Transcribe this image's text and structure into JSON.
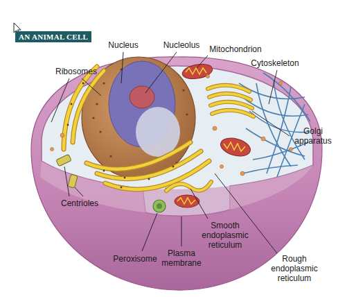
{
  "diagram": {
    "title": "AN ANIMAL CELL",
    "labels": [
      "Nucleus",
      "Nucleolus",
      "Mitochondrion",
      "Cytoskeleton",
      "Ribosomes",
      "Golgi apparatus",
      "Centrioles",
      "Peroxisome",
      "Plasma membrane",
      "Smooth endoplasmic reticulum",
      "Rough endoplasmic reticulum"
    ]
  }
}
